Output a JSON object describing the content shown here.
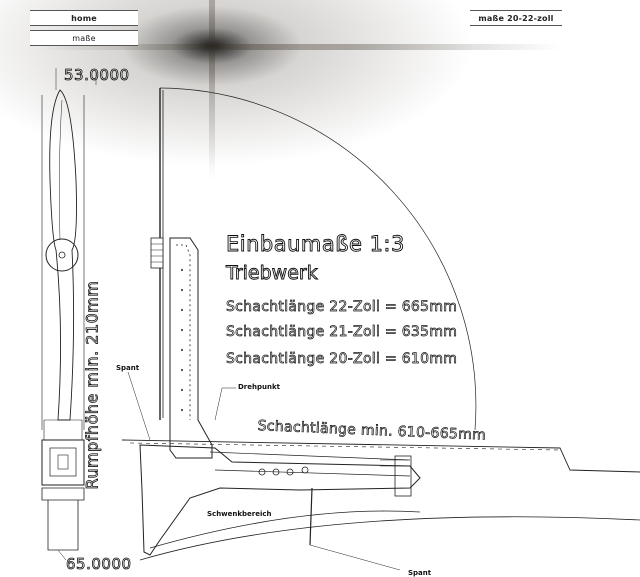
{
  "nav": {
    "home": "home",
    "masse": "maße",
    "masse_20_22": "maße 20-22-zoll"
  },
  "dimensions": {
    "top": "53.0000",
    "bottom": "65.0000",
    "rumpfhoehe": "Rumpfhöhe min. 210mm"
  },
  "heading": {
    "title": "Einbaumaße 1:3",
    "subtitle": "Triebwerk"
  },
  "specs": [
    "Schachtlänge 22-Zoll = 665mm",
    "Schachtlänge 21-Zoll = 635mm",
    "Schachtlänge 20-Zoll = 610mm"
  ],
  "shaft_label": "Schachtlänge min. 610-665mm",
  "labels": {
    "spant_upper": "Spant",
    "drehpunkt": "Drehpunkt",
    "schwenkbereich": "Schwenkbereich",
    "spant_lower": "Spant"
  }
}
